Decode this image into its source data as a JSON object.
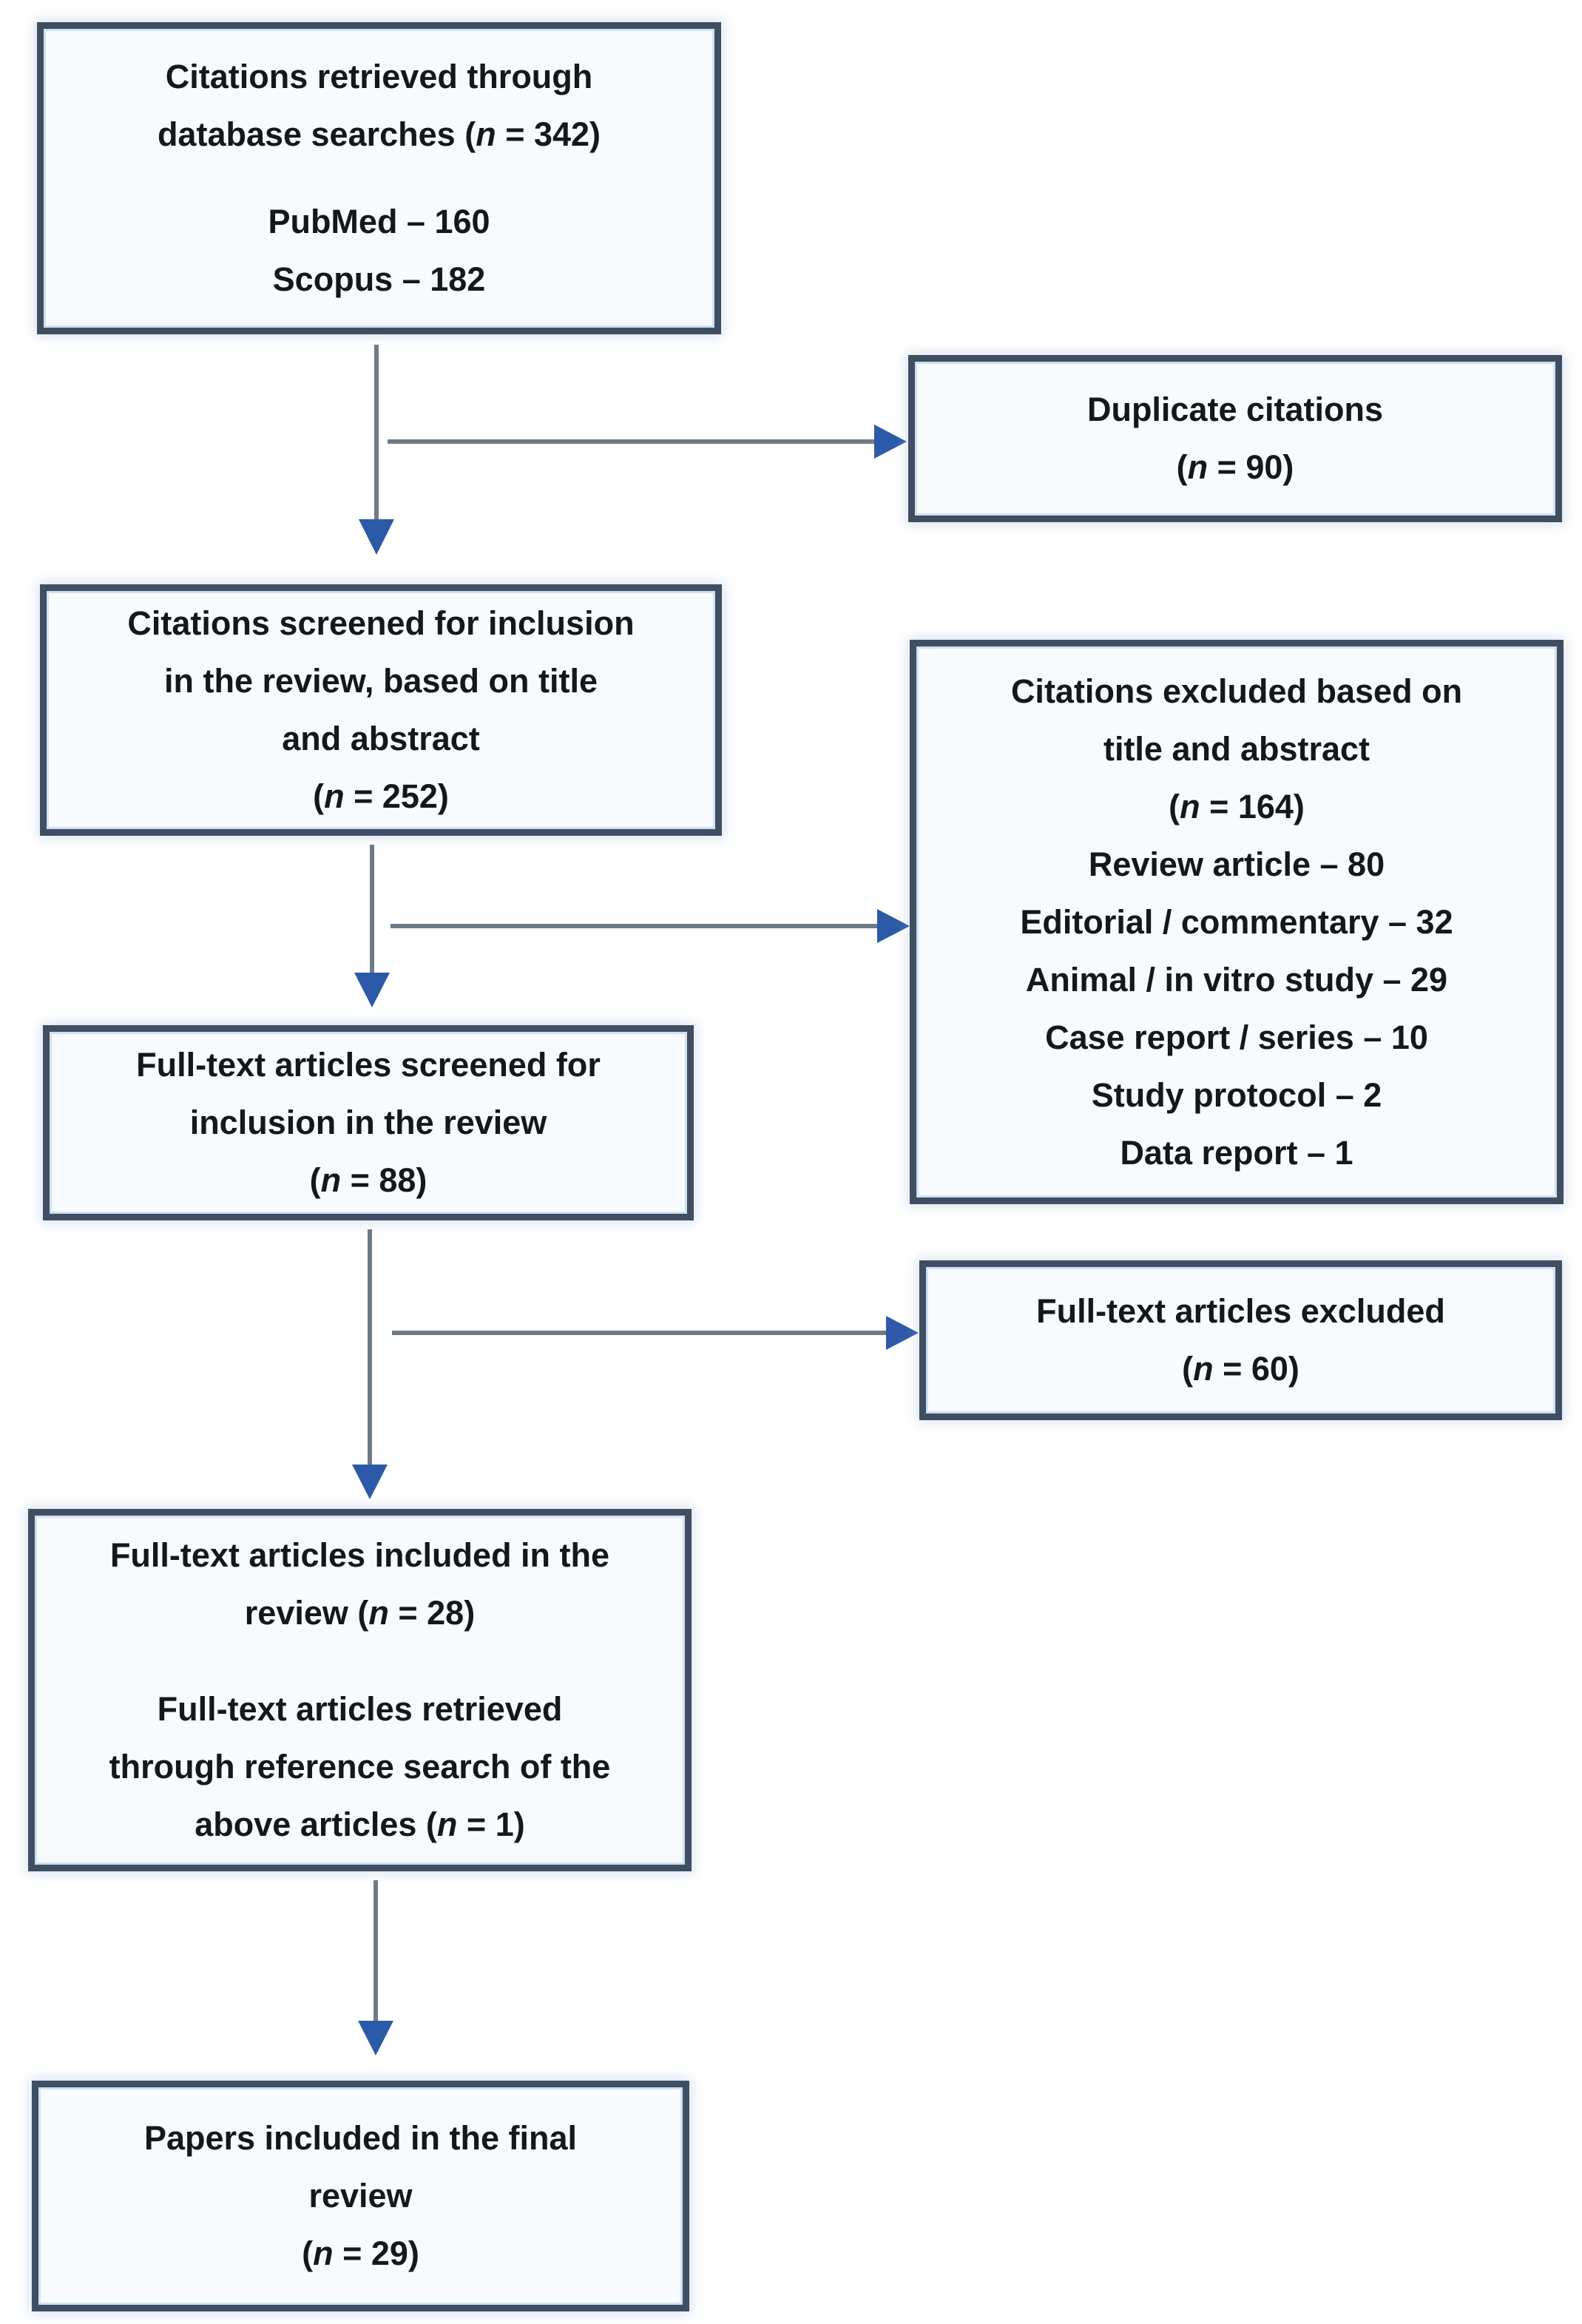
{
  "diagram": {
    "type": "prisma-study-selection-flowchart",
    "colors": {
      "box_border": "#3f4e60",
      "box_fill": "#f7fbfd",
      "arrow_line": "#6e7b87",
      "arrow_head": "#2d5aa8",
      "text": "#14171c"
    },
    "boxes": {
      "retrieved": {
        "line1": "Citations retrieved through",
        "line2": "database searches (n = 342)",
        "line3": "PubMed – 160",
        "line4": "Scopus – 182"
      },
      "duplicates": {
        "line1": "Duplicate citations",
        "line2": "(n = 90)"
      },
      "screened": {
        "line1": "Citations screened for inclusion",
        "line2": "in the review, based on title",
        "line3": "and abstract",
        "line4": "(n = 252)"
      },
      "excluded_title_abstract": {
        "line1": "Citations excluded based on",
        "line2": "title and abstract",
        "line3": "(n = 164)",
        "line4": "Review article – 80",
        "line5": "Editorial / commentary – 32",
        "line6": "Animal / in vitro study – 29",
        "line7": "Case report / series – 10",
        "line8": "Study protocol – 2",
        "line9": "Data report – 1"
      },
      "fulltext_screened": {
        "line1": "Full-text articles screened for",
        "line2": "inclusion in the review",
        "line3": "(n = 88)"
      },
      "fulltext_excluded": {
        "line1": "Full-text articles excluded",
        "line2": "(n = 60)"
      },
      "fulltext_included": {
        "line1": "Full-text articles included in the",
        "line2": "review (n = 28)",
        "line3": "Full-text articles retrieved",
        "line4": "through reference search of the",
        "line5": "above articles (n = 1)"
      },
      "final": {
        "line1": "Papers included in the final",
        "line2": "review",
        "line3": "(n = 29)"
      }
    }
  }
}
